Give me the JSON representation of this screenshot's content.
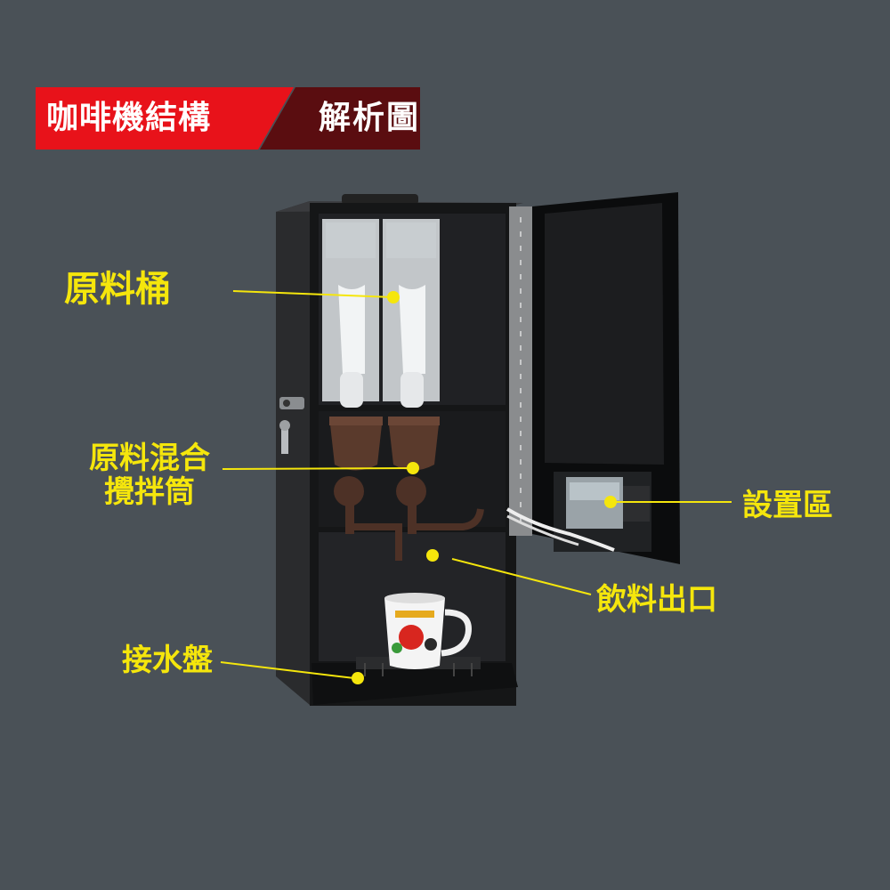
{
  "banner": {
    "title": "咖啡機結構",
    "subtitle": "解析圖",
    "colors": {
      "red": "#e8121a",
      "dark": "#5a0d10"
    }
  },
  "labels": {
    "bin": "原料桶",
    "mixer_line1": "原料混合",
    "mixer_line2": "攪拌筒",
    "settings": "設置區",
    "outlet": "飲料出口",
    "tray": "接水盤"
  },
  "colors": {
    "background": "#4a5157",
    "callout": "#f5e60c",
    "machine": "#1c1d1f"
  }
}
